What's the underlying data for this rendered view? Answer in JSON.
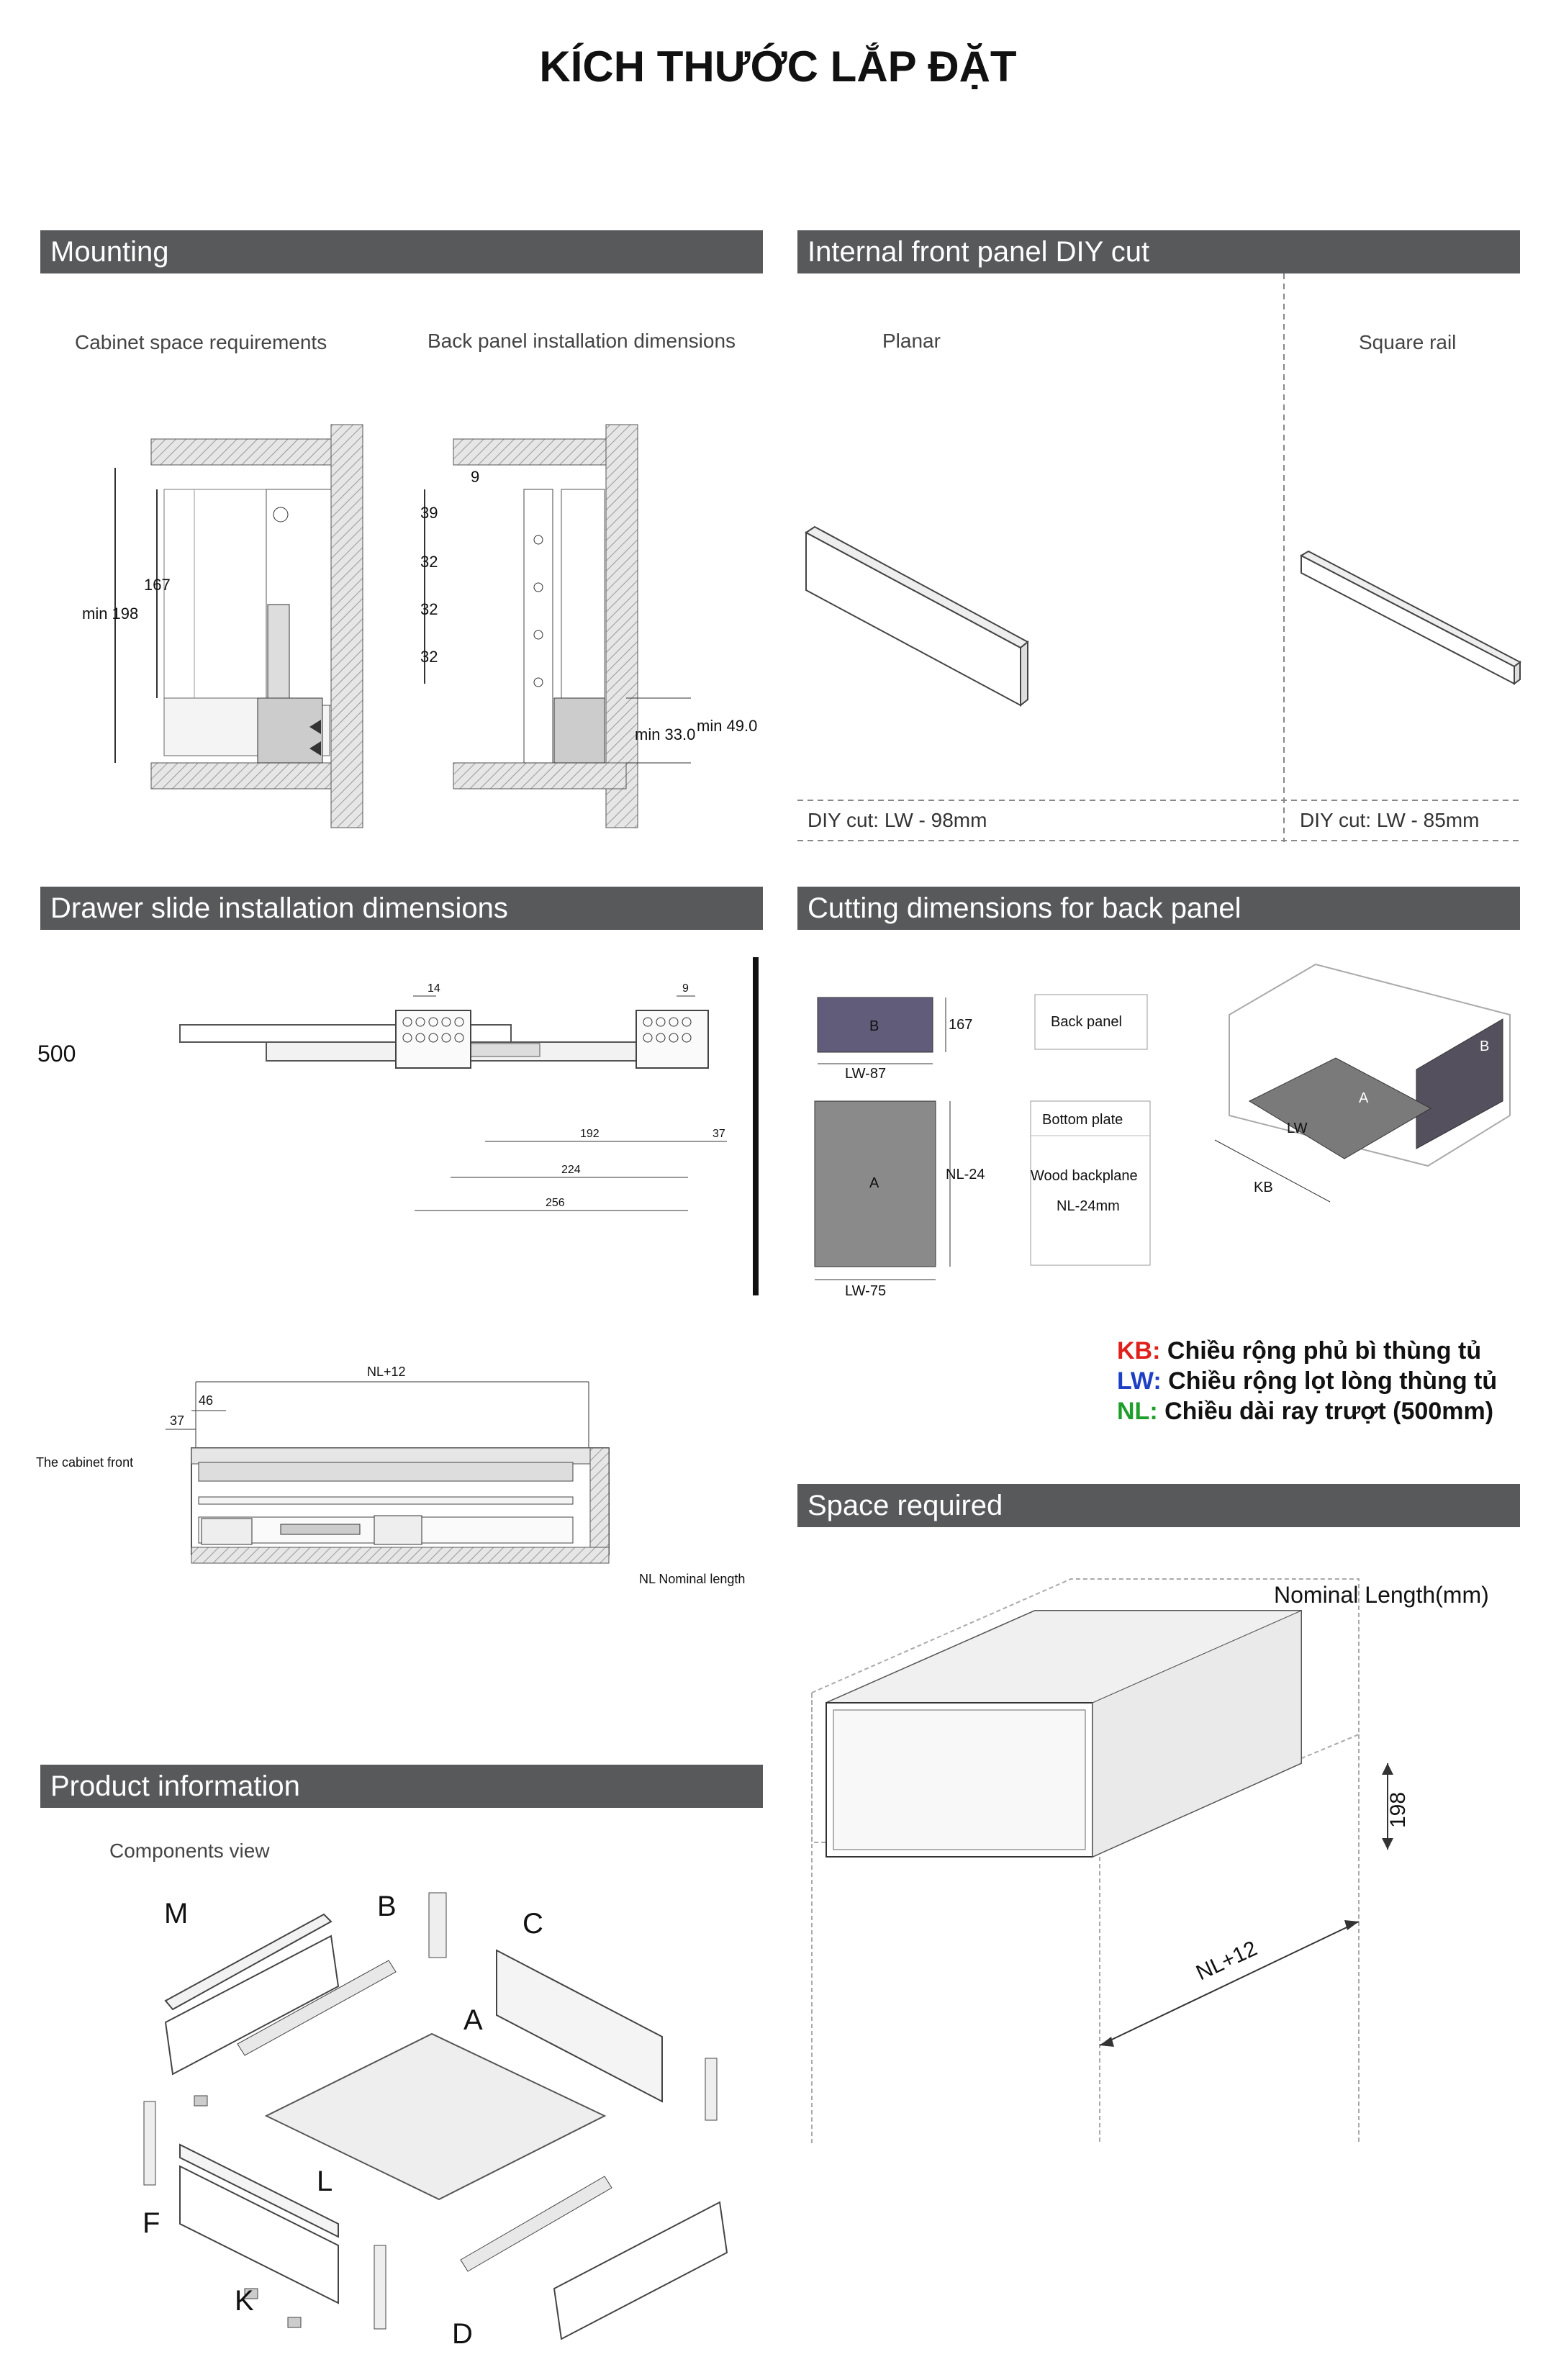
{
  "page_title": "KÍCH THƯỚC LẮP ĐẶT",
  "mounting": {
    "heading": "Mounting",
    "cabinet_caption": "Cabinet space requirements",
    "back_caption": "Back panel installation dimensions",
    "dim_167": "167",
    "dim_min198": "min 198",
    "dim_9": "9",
    "dim_39": "39",
    "dim_32a": "32",
    "dim_32b": "32",
    "dim_32c": "32",
    "dim_min49": "min 49.0",
    "dim_min33": "min 33.0"
  },
  "diy": {
    "heading": "Internal front panel DIY cut",
    "planar_caption": "Planar",
    "square_caption": "Square rail",
    "planar_cut": "DIY cut: LW - 98mm",
    "square_cut": "DIY cut: LW - 85mm"
  },
  "slide": {
    "heading": "Drawer slide installation dimensions",
    "length": "500",
    "dim_14": "14",
    "dim_9": "9",
    "dim_192": "192",
    "dim_37": "37",
    "dim_224": "224",
    "dim_256": "256"
  },
  "cutting": {
    "heading": "Cutting dimensions for back panel",
    "b_label": "B",
    "b_height": "167",
    "b_width": "LW-87",
    "back_panel": "Back panel",
    "a_label": "A",
    "a_height": "NL-24",
    "a_width": "LW-75",
    "bottom_plate": "Bottom plate",
    "wood_backplane": "Wood backplane",
    "wood_dim": "NL-24mm",
    "iso_b": "B",
    "iso_a": "A",
    "iso_lw": "LW",
    "iso_kb": "KB"
  },
  "legend": {
    "kb_key": "KB:",
    "kb_text": "Chiều rộng phủ bì thùng tủ",
    "lw_key": "LW:",
    "lw_text": "Chiều rộng lọt lòng thùng tủ",
    "nl_key": "NL:",
    "nl_text": "Chiều dài ray trượt (500mm)",
    "kb_color": "#e0201a",
    "lw_color": "#1f3fc4",
    "nl_color": "#1e9e2a"
  },
  "side_view": {
    "nl12": "NL+12",
    "dim_46": "46",
    "dim_37": "37",
    "cabinet_front": "The cabinet front",
    "nominal_length": "NL Nominal length"
  },
  "space": {
    "heading": "Space required",
    "nominal": "Nominal Length(mm)",
    "height": "198",
    "length": "NL+12"
  },
  "product": {
    "heading": "Product information",
    "caption": "Components view",
    "parts": [
      "M",
      "B",
      "C",
      "A",
      "L",
      "F",
      "K",
      "D"
    ]
  }
}
